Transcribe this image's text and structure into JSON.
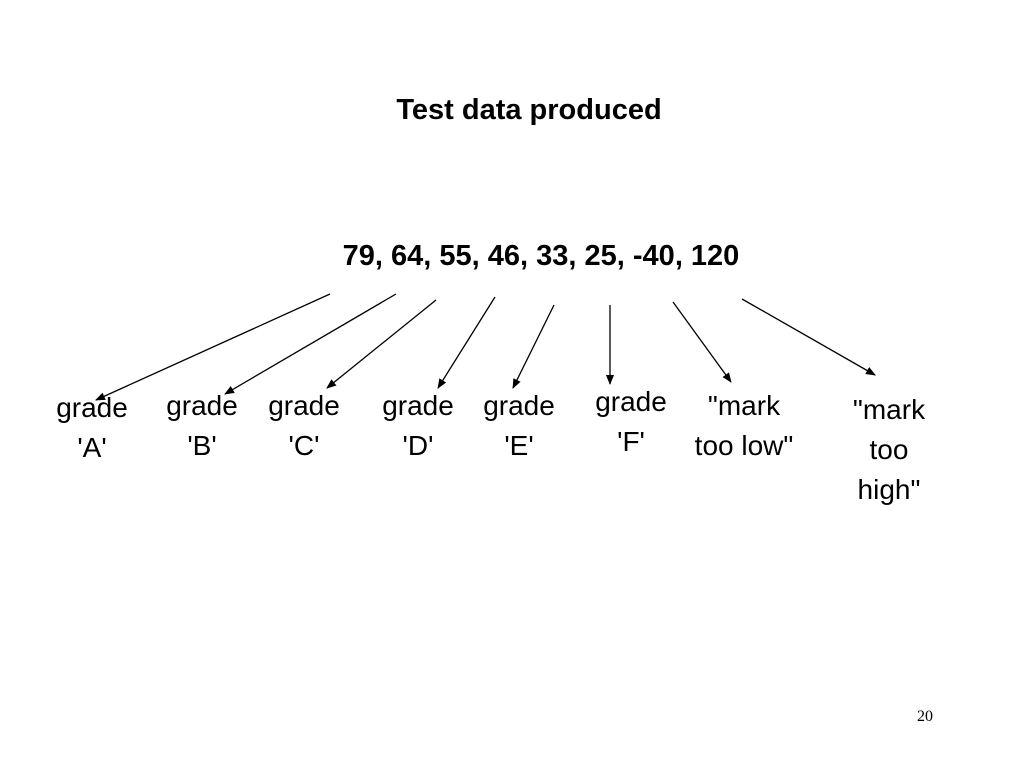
{
  "slide": {
    "title": "Test data produced",
    "test_values": "79, 64, 55, 46, 33, 25, -40, 120",
    "page_number": "20"
  },
  "outcomes": [
    {
      "value": "79",
      "lines": [
        "grade",
        "'A'"
      ]
    },
    {
      "value": "64",
      "lines": [
        "grade",
        "'B'"
      ]
    },
    {
      "value": "55",
      "lines": [
        "grade",
        "'C'"
      ]
    },
    {
      "value": "46",
      "lines": [
        "grade",
        "'D'"
      ]
    },
    {
      "value": "33",
      "lines": [
        "grade",
        "'E'"
      ]
    },
    {
      "value": "25",
      "lines": [
        "grade",
        "'F'"
      ]
    },
    {
      "value": "-40",
      "lines": [
        "\"mark",
        "too low\""
      ]
    },
    {
      "value": "120",
      "lines": [
        "\"mark",
        "too",
        "high\""
      ]
    }
  ]
}
